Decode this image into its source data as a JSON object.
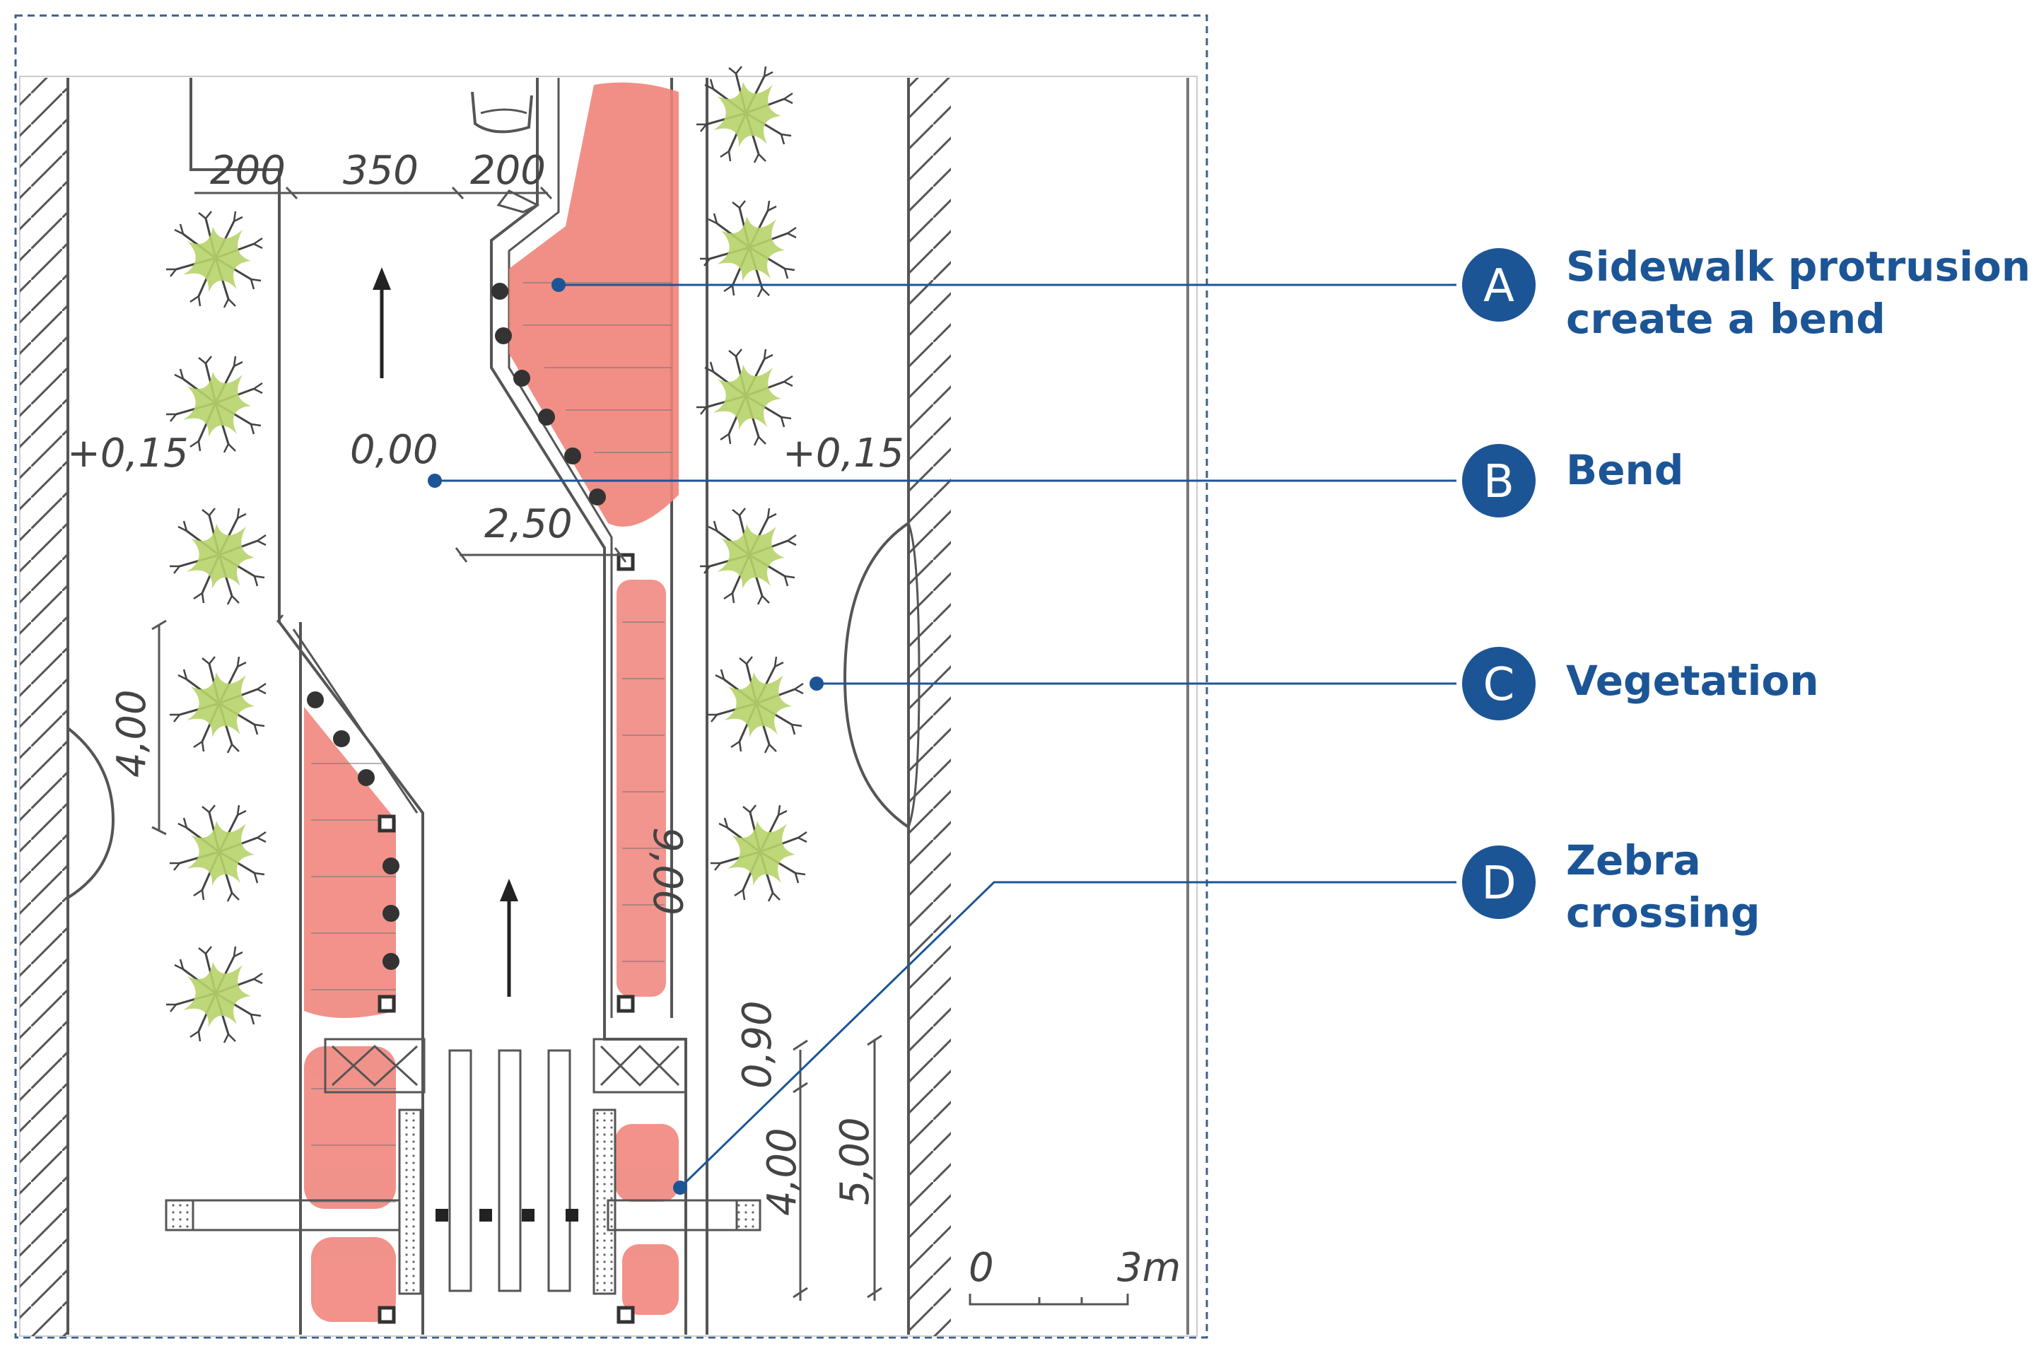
{
  "figure": {
    "dimensions": {
      "width_top_left": "200",
      "width_top_mid": "350",
      "width_top_right": "200",
      "level_left": "+0,15",
      "level_center": "0,00",
      "level_right": "+0,15",
      "bend_offset": "2,50",
      "left_protrusion_length": "4,00",
      "right_strip_length": "9,00",
      "crossing_gap": "0,90",
      "crossing_length": "4,00",
      "crossing_total": "5,00",
      "scale_start": "0",
      "scale_end": "3m"
    }
  },
  "callouts": [
    {
      "letter": "A",
      "text_lines": [
        "Sidewalk protrusion to",
        "create a bend"
      ]
    },
    {
      "letter": "B",
      "text_lines": [
        "Bend"
      ]
    },
    {
      "letter": "C",
      "text_lines": [
        "Vegetation"
      ]
    },
    {
      "letter": "D",
      "text_lines": [
        "Zebra",
        "crossing"
      ]
    }
  ],
  "colors": {
    "accent": "#1c5596",
    "paving": "#f0837a",
    "vegetation": "#b7d36a",
    "linework": "#555555"
  }
}
